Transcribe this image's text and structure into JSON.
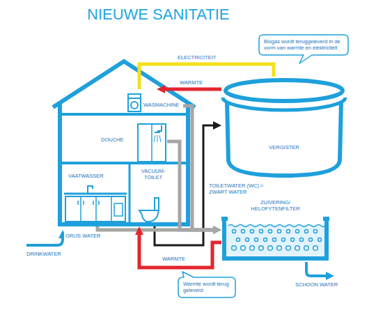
{
  "diagram": {
    "title": "NIEUWE SANITATIE",
    "nodes": [
      {
        "text": [
          "Biogas wordt teruggeleverd in de vorm van warmte en elektriciteit"
        ]
      },
      {
        "text": [
          "WASMACHINE"
        ]
      },
      {
        "text": [
          "VERGISTER"
        ]
      },
      {
        "text": [
          "DOUCHE"
        ]
      },
      {
        "text": [
          "VAATWASSER"
        ]
      },
      {
        "text": [
          "VACUÜM- TOILET"
        ]
      },
      {
        "text": [
          "ZUIVERING/ HELOFYTENFILTER"
        ]
      },
      {
        "text": [
          "Warmte wordt terug geleverd"
        ]
      }
    ],
    "edges": [
      {
        "from": 2,
        "to": 1,
        "label": "ELECTRICITEIT",
        "arrow": "none"
      },
      {
        "from": 2,
        "to": 1,
        "label": "WARMTE",
        "arrow": "to"
      },
      {
        "from": 5,
        "to": 2,
        "label": "TOILETWATER (WC) = ZWART WATER",
        "arrow": "to"
      },
      {
        "from": 1,
        "to": 6,
        "arrow": "to"
      },
      {
        "from": 3,
        "to": 6,
        "arrow": "to"
      },
      {
        "from": 4,
        "to": 6,
        "label": "GRIJS WATER",
        "arrow": "to"
      },
      {
        "from": 6,
        "to": 5,
        "label": "WARMTE",
        "arrow": "to"
      }
    ],
    "labels": [
      "DRINKWATER",
      "SCHOON WATER"
    ]
  }
}
